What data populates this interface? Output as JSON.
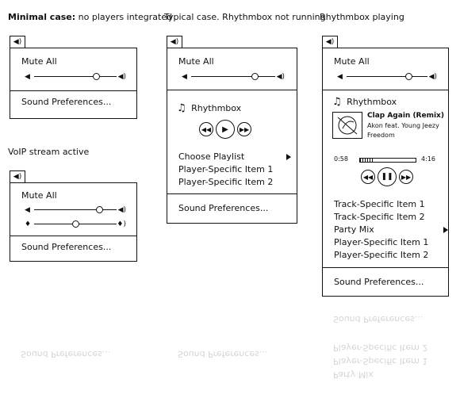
{
  "captions": {
    "minimal": {
      "bold": "Minimal case:",
      "rest": " no players integrated"
    },
    "voip": "VoIP stream active",
    "typical": "Typical case. Rhythmbox not running",
    "playing": "Rhythmbox playing"
  },
  "icons": {
    "speaker": "speaker-icon",
    "note": "music-note-icon",
    "phone": "microphone-icon"
  },
  "menu": {
    "mute_all": "Mute All",
    "sound_prefs": "Sound Preferences..."
  },
  "voip": {
    "mute_all": "Mute All",
    "sound_prefs": "Sound Preferences...",
    "output_level": 0.85,
    "input_level": 0.55
  },
  "volume_level": 0.82,
  "typical": {
    "player": "Rhythmbox",
    "items": [
      "Choose Playlist",
      "Player-Specific Item 1",
      "Player-Specific Item 2"
    ]
  },
  "playing": {
    "player": "Rhythmbox",
    "track_title": "Clap Again (Remix)",
    "track_artist": "Akon feat. Young Jeezy",
    "track_album": "Freedom",
    "elapsed": "0:58",
    "total": "4:16",
    "progress": 0.23,
    "items": [
      "Track-Specific Item 1",
      "Track-Specific Item 2",
      "Party Mix",
      "Player-Specific Item 1",
      "Player-Specific Item 2"
    ],
    "sound_prefs": "Sound Preferences..."
  },
  "reflection": {
    "line1": "Sound Preferences...",
    "line2": "Player-Specific Item 2",
    "line3": "Player-Specific Item 1",
    "line4": "Party Mix"
  }
}
